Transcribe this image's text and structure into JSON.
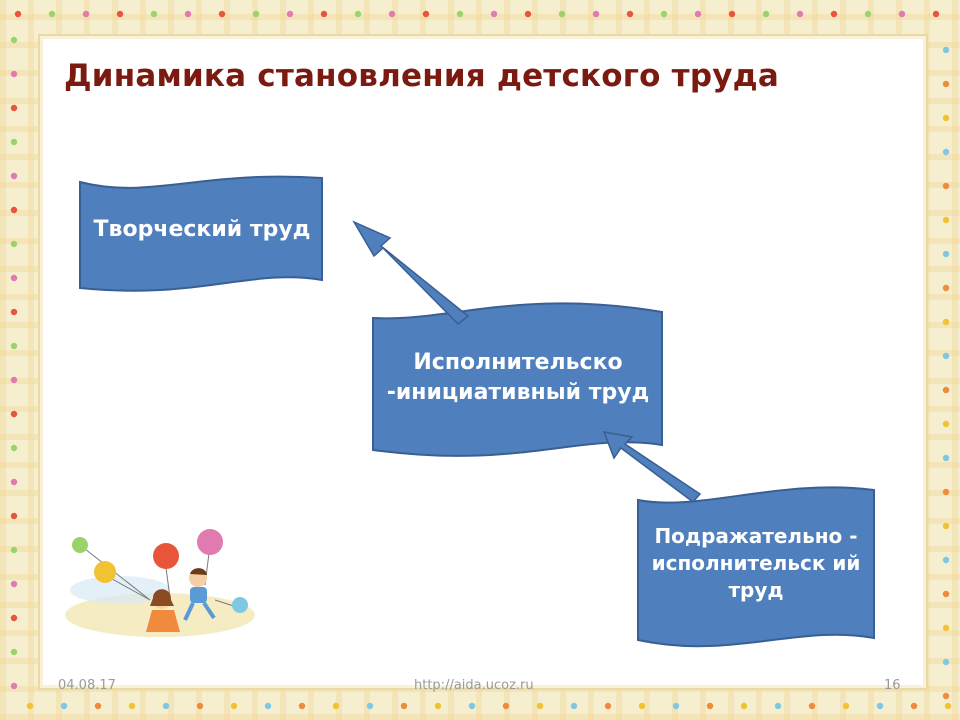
{
  "title": "Динамика становления детского труда",
  "nodes": [
    {
      "id": "creative",
      "label": "Творческий труд"
    },
    {
      "id": "executive-initiative",
      "label": "Исполнительско -инициативный труд"
    },
    {
      "id": "imitative-executive",
      "label": "Подражательно - исполнительск ий труд"
    }
  ],
  "edges": [
    {
      "from": "imitative-executive",
      "to": "executive-initiative"
    },
    {
      "from": "executive-initiative",
      "to": "creative"
    }
  ],
  "footer": {
    "date": "04.08.17",
    "url": "http://aida.ucoz.ru",
    "page": "16"
  },
  "colors": {
    "node_fill": "#4f7fbd",
    "node_stroke": "#3a5f93",
    "title": "#7a1a10"
  }
}
